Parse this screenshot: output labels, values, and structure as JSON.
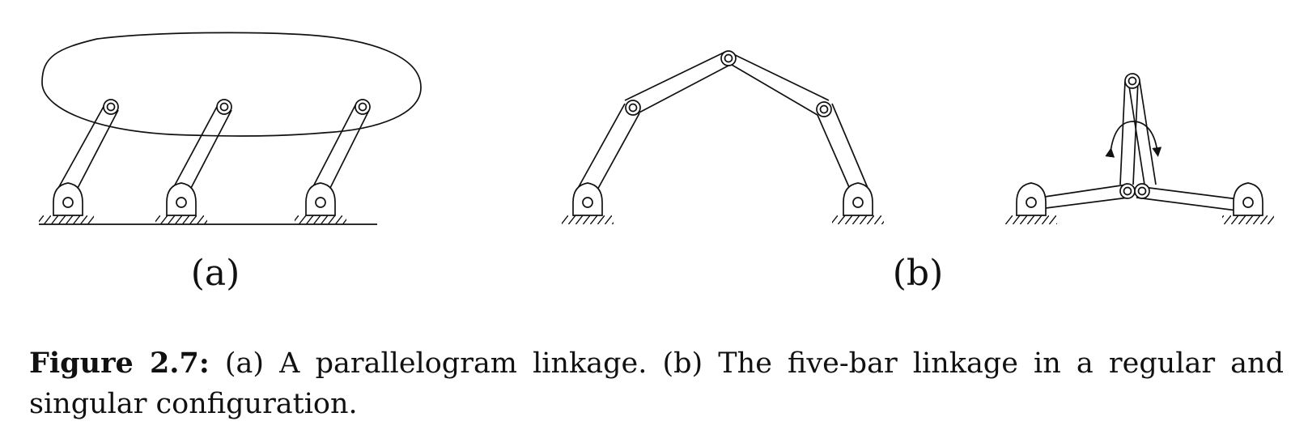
{
  "figure": {
    "label_a": "(a)",
    "label_b": "(b)"
  },
  "caption": {
    "label": "Figure 2.7:",
    "text": "(a) A parallelogram linkage. (b) The five-bar linkage in a regular and singular configuration."
  }
}
